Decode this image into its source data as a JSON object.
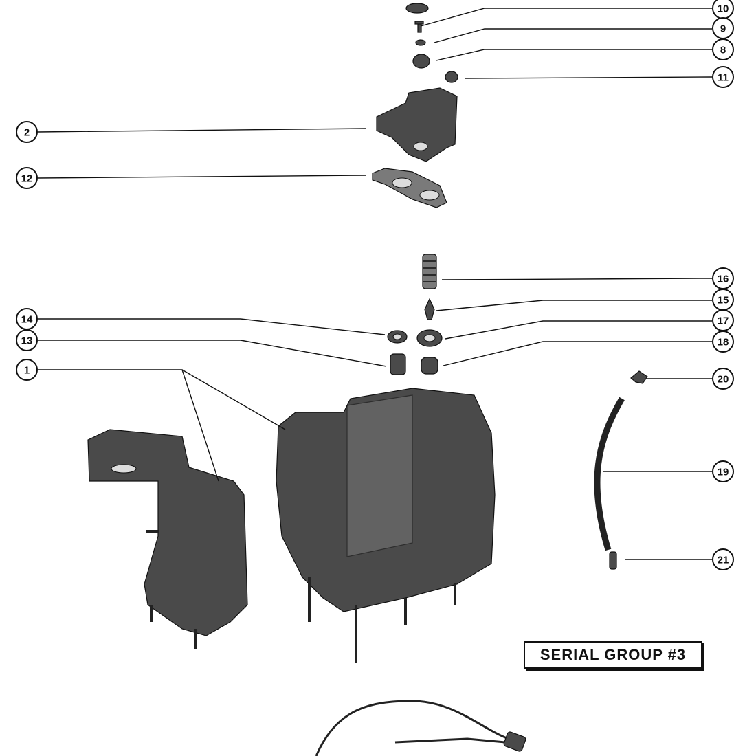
{
  "diagram": {
    "callouts": [
      {
        "label": "10",
        "part": "cap"
      },
      {
        "label": "9",
        "part": "screw"
      },
      {
        "label": "8",
        "part": "washer"
      },
      {
        "label": "11",
        "part": "bushing"
      },
      {
        "label": "2",
        "part": "cover"
      },
      {
        "label": "12",
        "part": "gasket"
      },
      {
        "label": "16",
        "part": "spring"
      },
      {
        "label": "15",
        "part": "valve"
      },
      {
        "label": "14",
        "part": "seal"
      },
      {
        "label": "17",
        "part": "seal"
      },
      {
        "label": "13",
        "part": "fitting"
      },
      {
        "label": "18",
        "part": "bushing"
      },
      {
        "label": "1",
        "part": "housing"
      },
      {
        "label": "20",
        "part": "elbow-fitting"
      },
      {
        "label": "19",
        "part": "hose"
      },
      {
        "label": "21",
        "part": "connector"
      }
    ],
    "serial_group": "SERIAL GROUP #3"
  }
}
